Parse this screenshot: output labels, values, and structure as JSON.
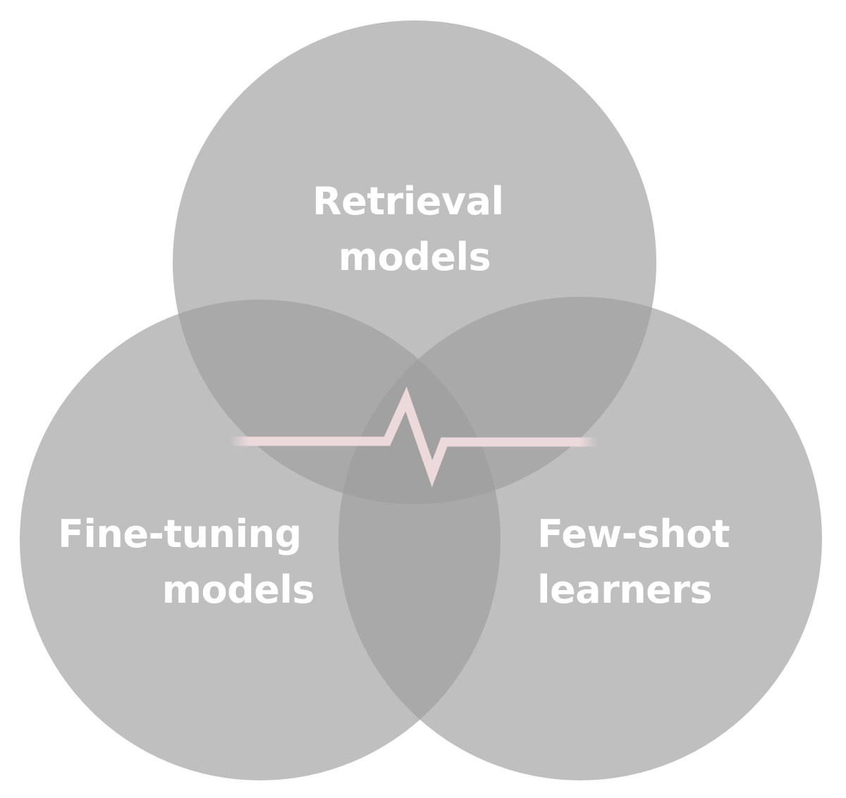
{
  "diagram": {
    "type": "venn",
    "circles": [
      {
        "id": "top",
        "label_lines": [
          "Retrieval",
          "models"
        ]
      },
      {
        "id": "left",
        "label_lines": [
          "Fine-tuning",
          "models"
        ]
      },
      {
        "id": "right",
        "label_lines": [
          "Few-shot",
          "learners"
        ]
      }
    ],
    "center_mark": "heartbeat-icon",
    "colors": {
      "circle_fill": "#9c9c9c",
      "label_text": "#ffffff",
      "heartbeat_line": "#ecd9dc",
      "background": "#ffffff"
    }
  }
}
